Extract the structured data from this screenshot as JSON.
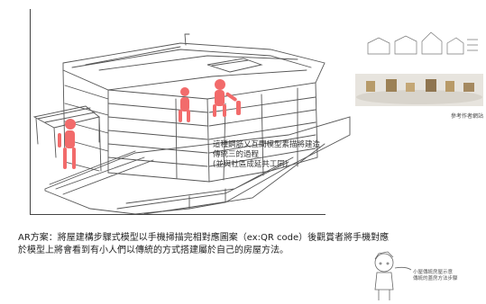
{
  "caption": {
    "line1": "這種鋼筋乂互間模型素描將建造",
    "line2": "傳統三的過程",
    "line3": "(並與社區成延共工同)"
  },
  "credit_text": "參考作者網站",
  "ar_text": {
    "line1": "AR方案：將屋建構步驟式模型以手機掃描完相對應圖案（ex:QR code）後觀賞者將手機對應",
    "line2": "於模型上將會看到有小人們以傳統的方式搭建屬於自己的房屋方法。"
  },
  "mascot_note": {
    "line1": "小屋傳統房屋示意",
    "line2": "傳統的蓋房方法步驟"
  },
  "colors": {
    "sketch_line": "#555555",
    "figure_red": "#f26b6b",
    "frame": "#444444"
  }
}
